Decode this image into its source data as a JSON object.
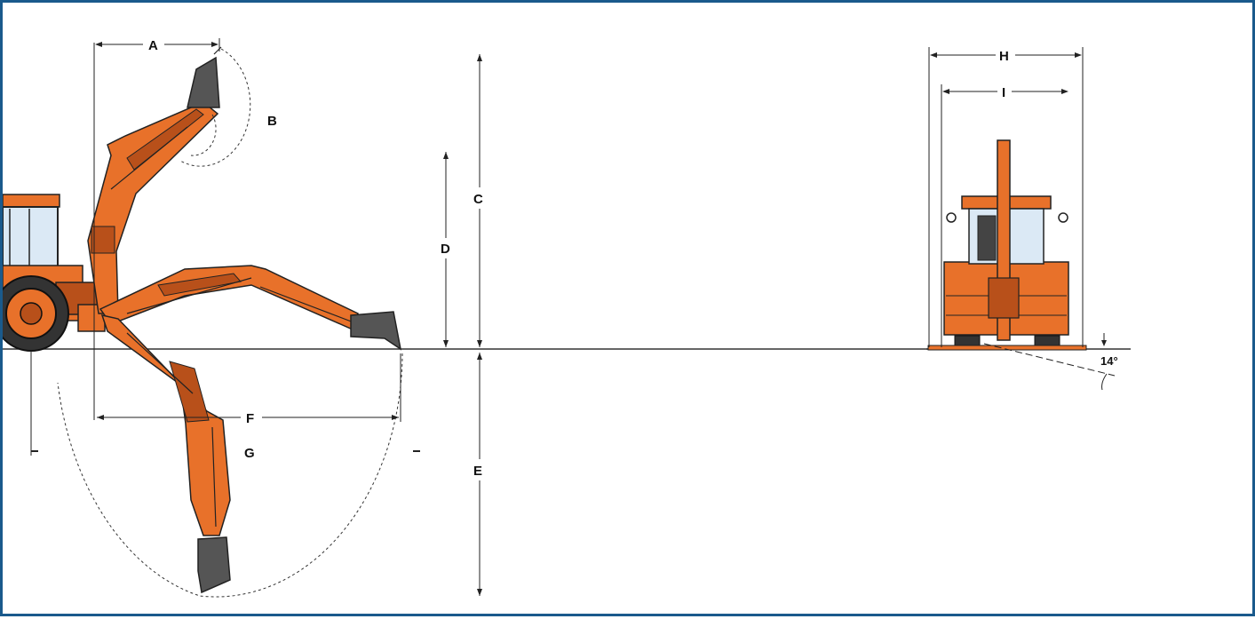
{
  "diagram": {
    "labels": {
      "A": "A",
      "B": "B",
      "C": "C",
      "D": "D",
      "E": "E",
      "F": "F",
      "G": "G",
      "H": "H",
      "I": "I",
      "angle": "14°"
    },
    "colors": {
      "frame": "#1a5a8c",
      "machine": "#e8712a",
      "machine_dark": "#b8501a",
      "bucket": "#555555",
      "glass": "#dbe9f5",
      "lines": "#222222"
    }
  }
}
